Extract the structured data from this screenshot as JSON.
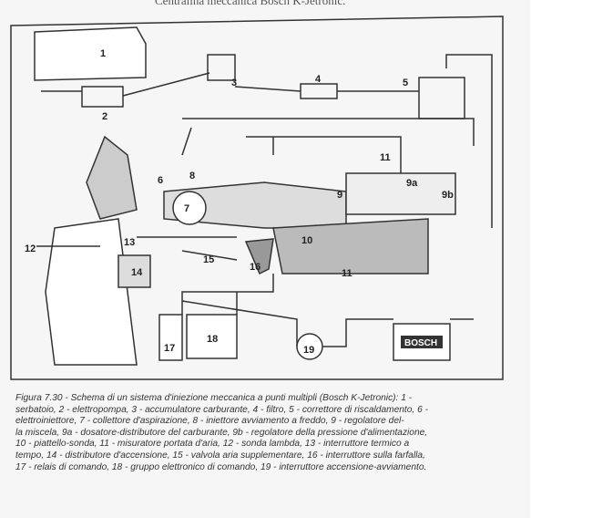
{
  "top_title": "Centralina meccanica Bosch K-Jetronic.",
  "labels": {
    "l1": "1",
    "l2": "2",
    "l3": "3",
    "l4": "4",
    "l5": "5",
    "l6": "6",
    "l7": "7",
    "l8": "8",
    "l9": "9",
    "l9a": "9a",
    "l9b": "9b",
    "l10": "10",
    "l11a": "11",
    "l11b": "11",
    "l12": "12",
    "l13": "13",
    "l14": "14",
    "l15": "15",
    "l16": "16",
    "l17": "17",
    "l18": "18",
    "l19": "19",
    "battery": "BOSCH"
  },
  "caption": [
    "Figura 7.30 - Schema di un sistema d'iniezione meccanica a punti multipli (Bosch K-Jetronic): 1 -",
    "serbatoio, 2 - elettropompa, 3 - accumulatore carburante, 4 - filtro, 5 - correttore di riscaldamento, 6 -",
    "elettroiniettore, 7 - collettore d'aspirazione, 8 - iniettore avviamento a freddo, 9 - regolatore del-",
    "la miscela, 9a - dosatore-distributore del carburante, 9b - regolatore della pressione d'alimentazione,",
    "10 - piattello-sonda, 11 - misuratore portata d'aria, 12 - sonda lambda, 13 - interruttore termico a",
    "tempo, 14 - distributore d'accensione, 15 - valvola aria supplementare, 16 - interruttore sulla farfalla,",
    "17 - relais di comando, 18 - gruppo elettronico di comando, 19 - interruttore accensione-avviamento."
  ]
}
